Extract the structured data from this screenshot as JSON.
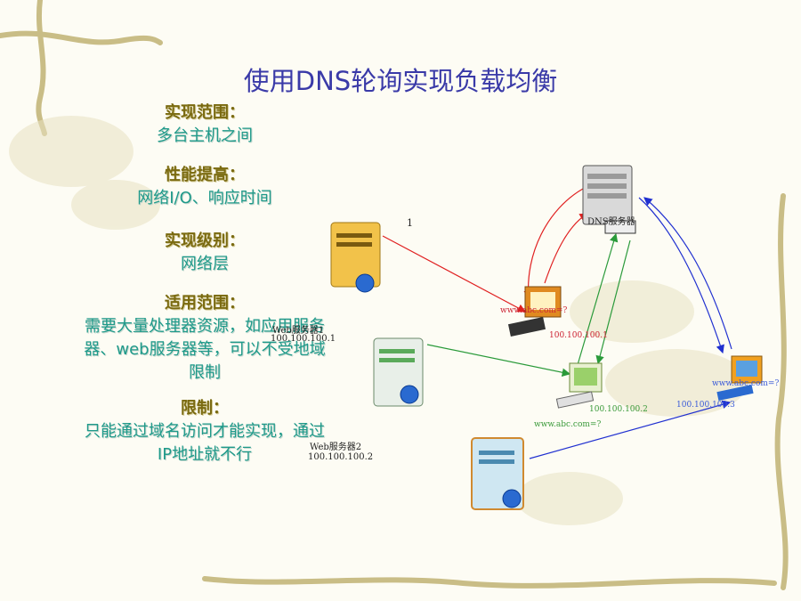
{
  "title": "使用DNS轮询实现负载均衡",
  "sections": [
    {
      "heading": "实现范围：",
      "lines": [
        "多台主机之间"
      ]
    },
    {
      "heading": "性能提高：",
      "lines": [
        "网络I/O、响应时间"
      ]
    },
    {
      "heading": "实现级别：",
      "lines": [
        "网络层"
      ]
    },
    {
      "heading": "适用范围：",
      "lines": [
        "需要大量处理器资源，如应用服务",
        "器、web服务器等，可以不受地域",
        "限制"
      ]
    },
    {
      "heading": "限制：",
      "lines": [
        "只能通过域名访问才能实现，通过",
        "IP地址就不行"
      ]
    }
  ],
  "diagram": {
    "step_number": "1",
    "dns_label": "DNS服务器",
    "server1": {
      "name": "Web服务器1",
      "ip": "100.100.100.1"
    },
    "server2": {
      "name": "Web服务器2",
      "ip": "100.100.100.2"
    },
    "client1": {
      "query": "www.abc.com=?",
      "ip": "100.100.100.1"
    },
    "client2": {
      "query": "www.abc.com=?",
      "ip": "100.100.100.2"
    },
    "client3": {
      "query": "www.abc.com=?",
      "ip": "100.100.100.3"
    }
  },
  "colors": {
    "title": "#3a3aa8",
    "heading": "#7a6a10",
    "body": "#1f9a8a",
    "red_link": "#e02020",
    "green_link": "#2a9a3a",
    "blue_link": "#2030d0"
  }
}
